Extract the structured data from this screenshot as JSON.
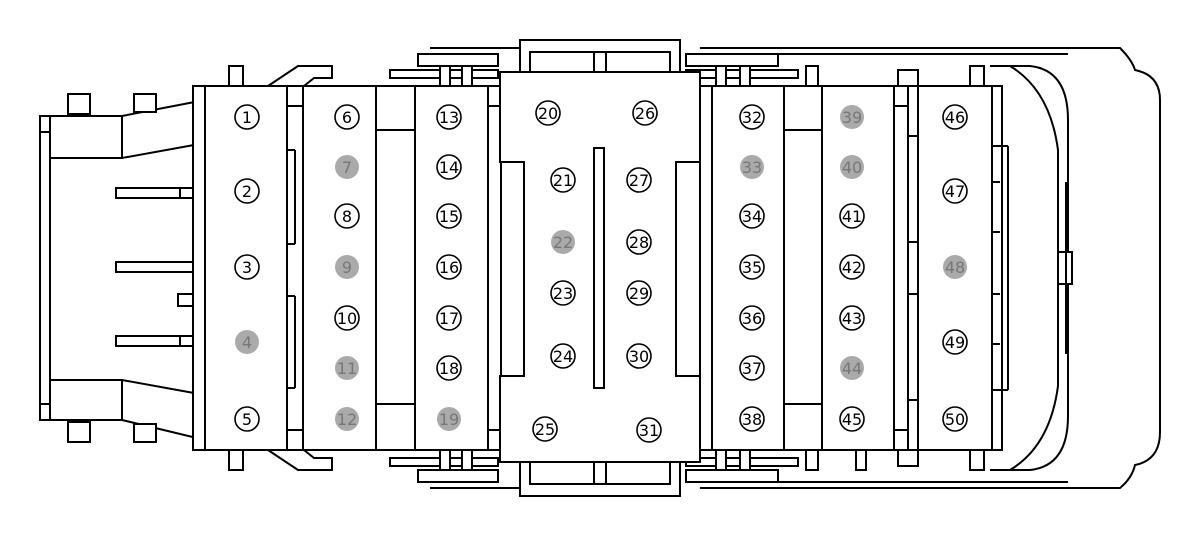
{
  "connector": {
    "pins": [
      {
        "label": "1",
        "filled": false
      },
      {
        "label": "2",
        "filled": false
      },
      {
        "label": "3",
        "filled": false
      },
      {
        "label": "4",
        "filled": true
      },
      {
        "label": "5",
        "filled": false
      },
      {
        "label": "6",
        "filled": false
      },
      {
        "label": "7",
        "filled": true
      },
      {
        "label": "8",
        "filled": false
      },
      {
        "label": "9",
        "filled": true
      },
      {
        "label": "10",
        "filled": false
      },
      {
        "label": "11",
        "filled": true
      },
      {
        "label": "12",
        "filled": true
      },
      {
        "label": "13",
        "filled": false
      },
      {
        "label": "14",
        "filled": false
      },
      {
        "label": "15",
        "filled": false
      },
      {
        "label": "16",
        "filled": false
      },
      {
        "label": "17",
        "filled": false
      },
      {
        "label": "18",
        "filled": false
      },
      {
        "label": "19",
        "filled": true
      },
      {
        "label": "20",
        "filled": false
      },
      {
        "label": "21",
        "filled": false
      },
      {
        "label": "22",
        "filled": true
      },
      {
        "label": "23",
        "filled": false
      },
      {
        "label": "24",
        "filled": false
      },
      {
        "label": "25",
        "filled": false
      },
      {
        "label": "26",
        "filled": false
      },
      {
        "label": "27",
        "filled": false
      },
      {
        "label": "28",
        "filled": false
      },
      {
        "label": "29",
        "filled": false
      },
      {
        "label": "30",
        "filled": false
      },
      {
        "label": "31",
        "filled": false
      },
      {
        "label": "32",
        "filled": false
      },
      {
        "label": "33",
        "filled": true
      },
      {
        "label": "34",
        "filled": false
      },
      {
        "label": "35",
        "filled": false
      },
      {
        "label": "36",
        "filled": false
      },
      {
        "label": "37",
        "filled": false
      },
      {
        "label": "38",
        "filled": false
      },
      {
        "label": "39",
        "filled": true
      },
      {
        "label": "40",
        "filled": true
      },
      {
        "label": "41",
        "filled": false
      },
      {
        "label": "42",
        "filled": false
      },
      {
        "label": "43",
        "filled": false
      },
      {
        "label": "44",
        "filled": true
      },
      {
        "label": "45",
        "filled": false
      },
      {
        "label": "46",
        "filled": false
      },
      {
        "label": "47",
        "filled": false
      },
      {
        "label": "48",
        "filled": true
      },
      {
        "label": "49",
        "filled": false
      },
      {
        "label": "50",
        "filled": false
      }
    ]
  }
}
